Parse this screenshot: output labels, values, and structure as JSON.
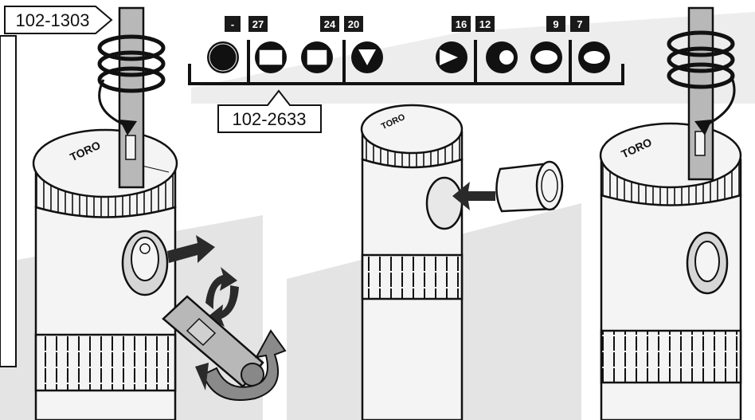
{
  "callouts": {
    "tool_part_number": "102-1303",
    "nozzle_rack_part_number": "102-2633"
  },
  "nozzle_tags": [
    "-",
    "27",
    "24",
    "20",
    "16",
    "12",
    "9",
    "7"
  ],
  "colors": {
    "ink": "#111111",
    "background": "#ffffff",
    "panel_shade": "#e4e4e4",
    "body_fill": "#f4f4f4",
    "tag_fill": "#1a1a1a",
    "tool_fill": "#b8b8b8",
    "arrow_fill": "#2a2a2a"
  },
  "icons": {
    "tool_coil": "spiral-coil-icon",
    "push_arrow": "arrow-right-icon",
    "insert_arrow": "arrow-left-icon",
    "rotate_arrow": "curved-rotate-arrow-icon",
    "up_down_arrows": "up-down-arrows-icon"
  }
}
